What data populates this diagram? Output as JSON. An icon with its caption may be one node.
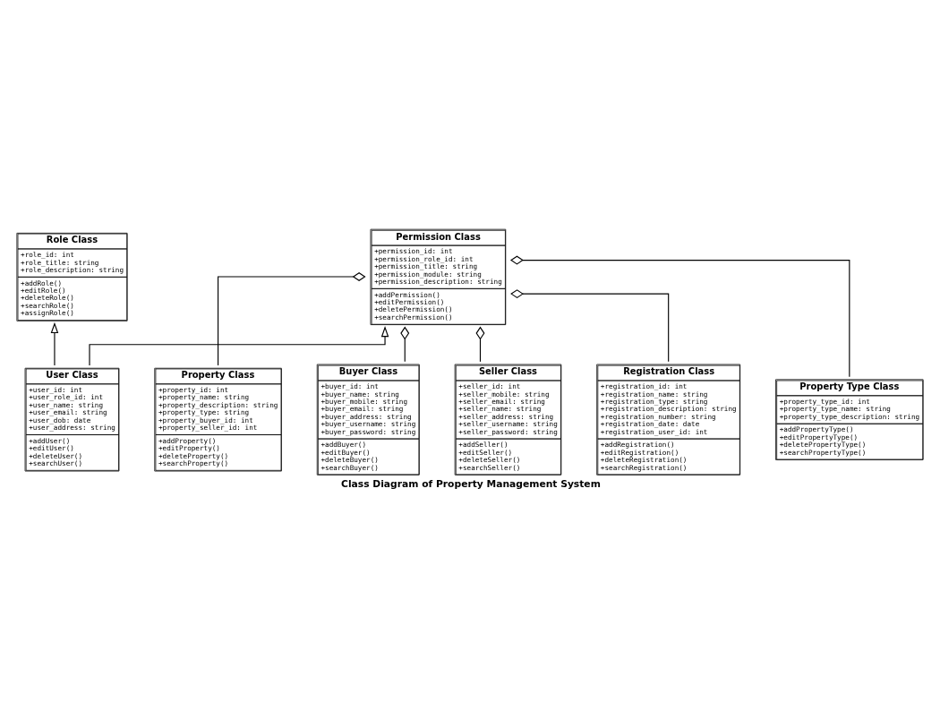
{
  "diagram": {
    "title": "Class Diagram of Property Management System",
    "nodes": [
      {
        "text": [
          "Role Class",
          "+role_id: int",
          "+role_title: string",
          "+role_description: string",
          "+addRole()",
          "+editRole()",
          "+deleteRole()",
          "+searchRole()",
          "+assignRole()"
        ]
      },
      {
        "text": [
          "Permission Class",
          "+permission_id: int",
          "+permission_role_id: int",
          "+permission_title: string",
          "+permission_module: string",
          "+permission_description: string",
          "+addPermission()",
          "+editPermission()",
          "+deletePermission()",
          "+searchPermission()"
        ]
      },
      {
        "text": [
          "Property Class",
          "+property_id: int",
          "+property_name: string",
          "+property_description: string",
          "+property_type: string",
          "+property_buyer_id: int",
          "+property_seller_id: int",
          "+addProperty()",
          "+editProperty()",
          "+deleteProperty()",
          "+searchProperty()"
        ]
      },
      {
        "text": [
          "User Class",
          "+user_id: int",
          "+user_role_id: int",
          "+user_name: string",
          "+user_email: string",
          "+user_dob: date",
          "+user_address: string",
          "+addUser()",
          "+editUser()",
          "+deleteUser()",
          "+searchUser()"
        ]
      },
      {
        "text": [
          "Buyer Class",
          "+buyer_id: int",
          "+buyer_name: string",
          "+buyer_mobile: string",
          "+buyer_email: string",
          "+buyer_address: string",
          "+buyer_username: string",
          "+buyer_password: string",
          "+addBuyer()",
          "+editBuyer()",
          "+deleteBuyer()",
          "+searchBuyer()"
        ]
      },
      {
        "text": [
          "Seller Class",
          "+seller_id: int",
          "+seller_mobile: string",
          "+seller_email: string",
          "+seller_name: string",
          "+seller_address: string",
          "+seller_username: string",
          "+seller_password: string",
          "+addSeller()",
          "+editSeller()",
          "+deleteSeller()",
          "+searchSeller()"
        ]
      },
      {
        "text": [
          "Registration Class",
          "+registration_id: int",
          "+registration_name: string",
          "+registration_type: string",
          "+registration_description: string",
          "+registration_number: string",
          "+registration_date: date",
          "+registration_user_id: int",
          "+addRegistration()",
          "+editRegistration()",
          "+deleteRegistration()",
          "+searchRegistration()"
        ]
      },
      {
        "text": [
          "Property Type Class",
          "+property_type_id: int",
          "+property_type_name: string",
          "+property_type_description: string",
          "+addPropertyType()",
          "+editPropertyType()",
          "+deletePropertyType()",
          "+searchPropertyType()"
        ]
      }
    ],
    "edges": [
      {
        "from": 3,
        "to": 0,
        "arrow": "to"
      },
      {
        "from": 3,
        "to": 1,
        "arrow": "to"
      },
      {
        "from": 2,
        "to": 1,
        "arrow": "other"
      },
      {
        "from": 4,
        "to": 1,
        "arrow": "other"
      },
      {
        "from": 6,
        "to": 1,
        "arrow": "other"
      },
      {
        "from": 5,
        "to": 1,
        "arrow": "other"
      },
      {
        "from": 7,
        "to": 1,
        "arrow": "other"
      }
    ]
  }
}
